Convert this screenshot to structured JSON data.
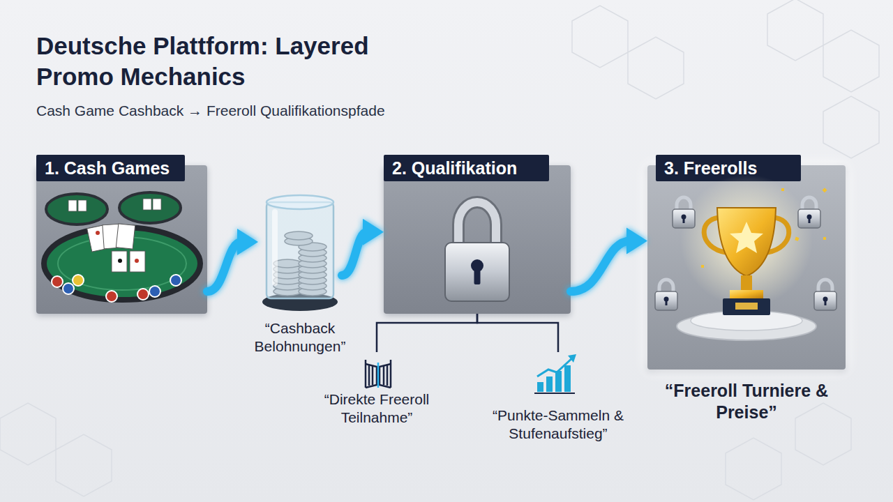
{
  "diagram": {
    "title": "Deutsche Plattform: Layered Promo Mechanics",
    "nodes": [
      {
        "text": [
          "1. Cash Games"
        ]
      },
      {
        "text": [
          "“Cashback Belohnungen”"
        ]
      },
      {
        "text": [
          "2. Qualifikation"
        ]
      },
      {
        "text": [
          "“Direkte Freeroll Teilnahme”"
        ]
      },
      {
        "text": [
          "“Punkte-Sammeln & Stufenaufstieg”"
        ]
      },
      {
        "text": [
          "3. Freerolls",
          "“Freeroll Turniere & Preise”"
        ]
      }
    ],
    "edges": [
      {
        "from": 0,
        "to": 1,
        "arrow": "to"
      },
      {
        "from": 1,
        "to": 2,
        "arrow": "to"
      },
      {
        "from": 2,
        "to": 5,
        "arrow": "to"
      },
      {
        "from": 2,
        "to": 3,
        "arrow": "none"
      },
      {
        "from": 2,
        "to": 4,
        "arrow": "none"
      }
    ],
    "labels": [
      "Cash Game Cashback → Freeroll Qualifikationspfade"
    ]
  }
}
